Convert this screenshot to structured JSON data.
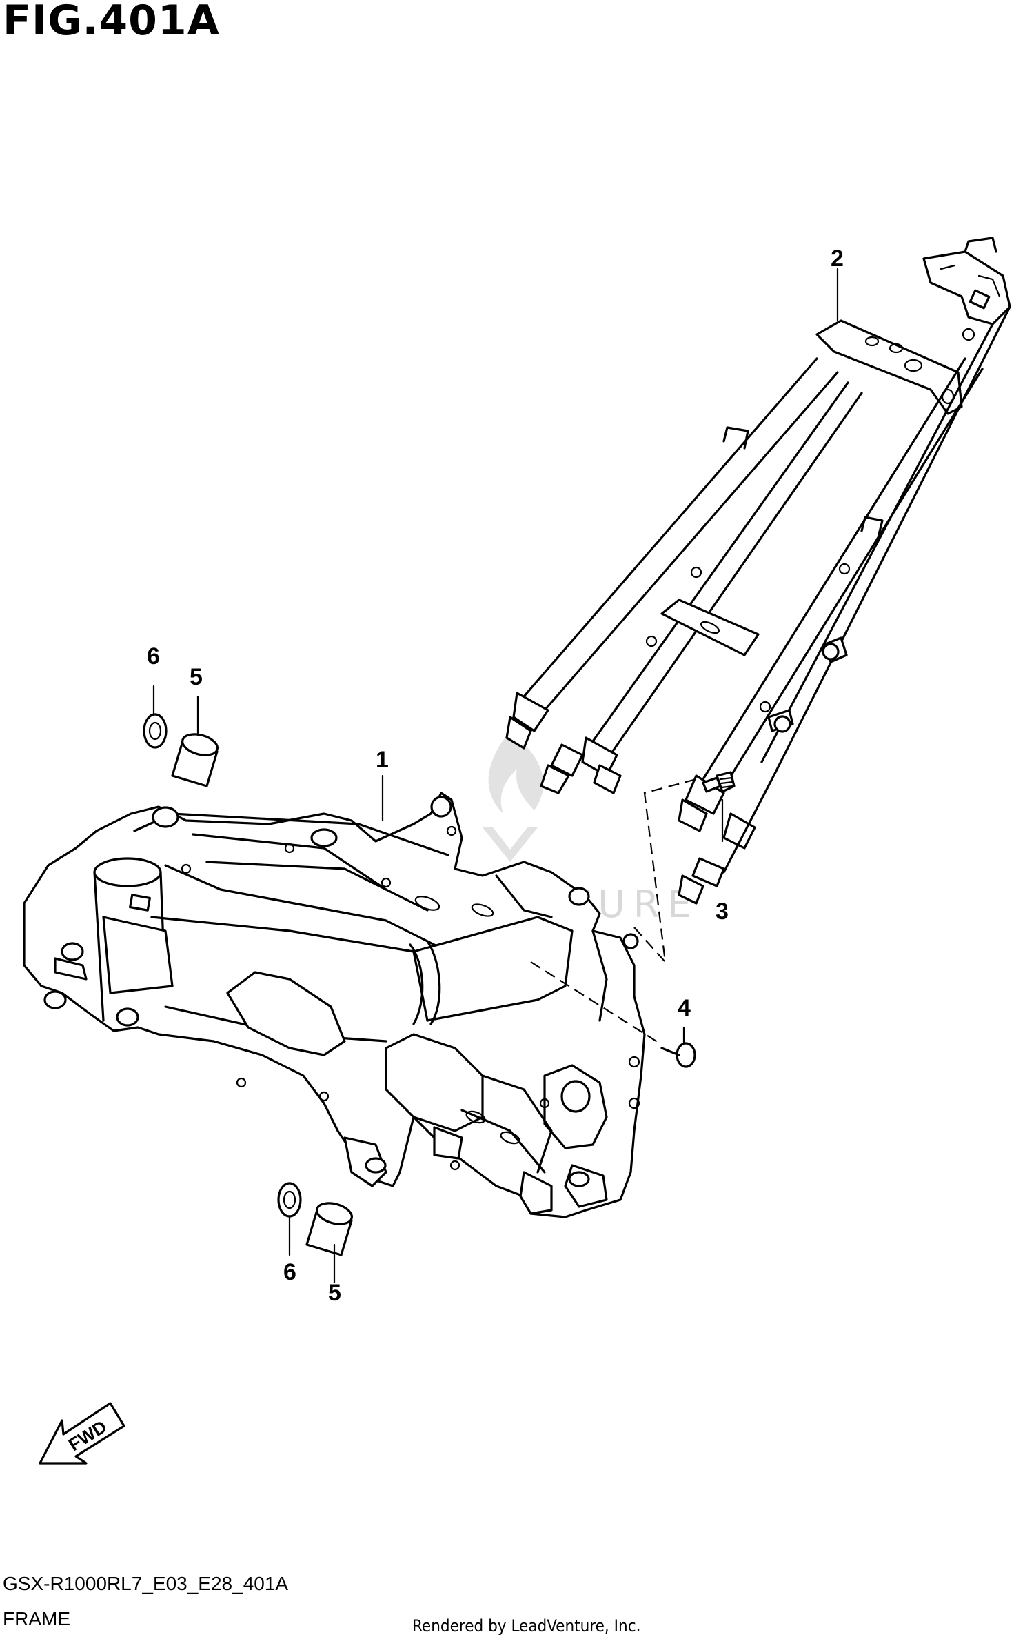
{
  "figure": {
    "title": "FIG.401A",
    "model_code": "GSX-R1000RL7_E03_E28_401A",
    "section_name": "FRAME"
  },
  "callouts": [
    {
      "id": "c1",
      "label": "1",
      "part": "main frame"
    },
    {
      "id": "c2",
      "label": "2",
      "part": "seat rail"
    },
    {
      "id": "c3",
      "label": "3",
      "part": "bolt"
    },
    {
      "id": "c4",
      "label": "4",
      "part": "cap"
    },
    {
      "id": "c5a",
      "label": "5",
      "part": "spacer"
    },
    {
      "id": "c6a",
      "label": "6",
      "part": "bushing"
    },
    {
      "id": "c5b",
      "label": "5",
      "part": "spacer"
    },
    {
      "id": "c6b",
      "label": "6",
      "part": "bushing"
    }
  ],
  "fwd_arrow": {
    "label": "FWD"
  },
  "watermark": {
    "text": "LEADVENTURE"
  },
  "credit": {
    "text": "Rendered by LeadVenture, Inc."
  }
}
